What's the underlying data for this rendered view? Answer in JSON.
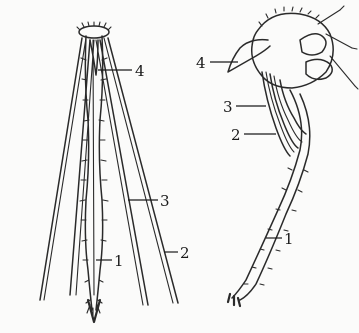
{
  "figures": [
    {
      "id": "left",
      "labels": [
        "4",
        "3",
        "1",
        "2"
      ]
    },
    {
      "id": "right",
      "labels": [
        "4",
        "3",
        "2",
        "1"
      ]
    }
  ]
}
